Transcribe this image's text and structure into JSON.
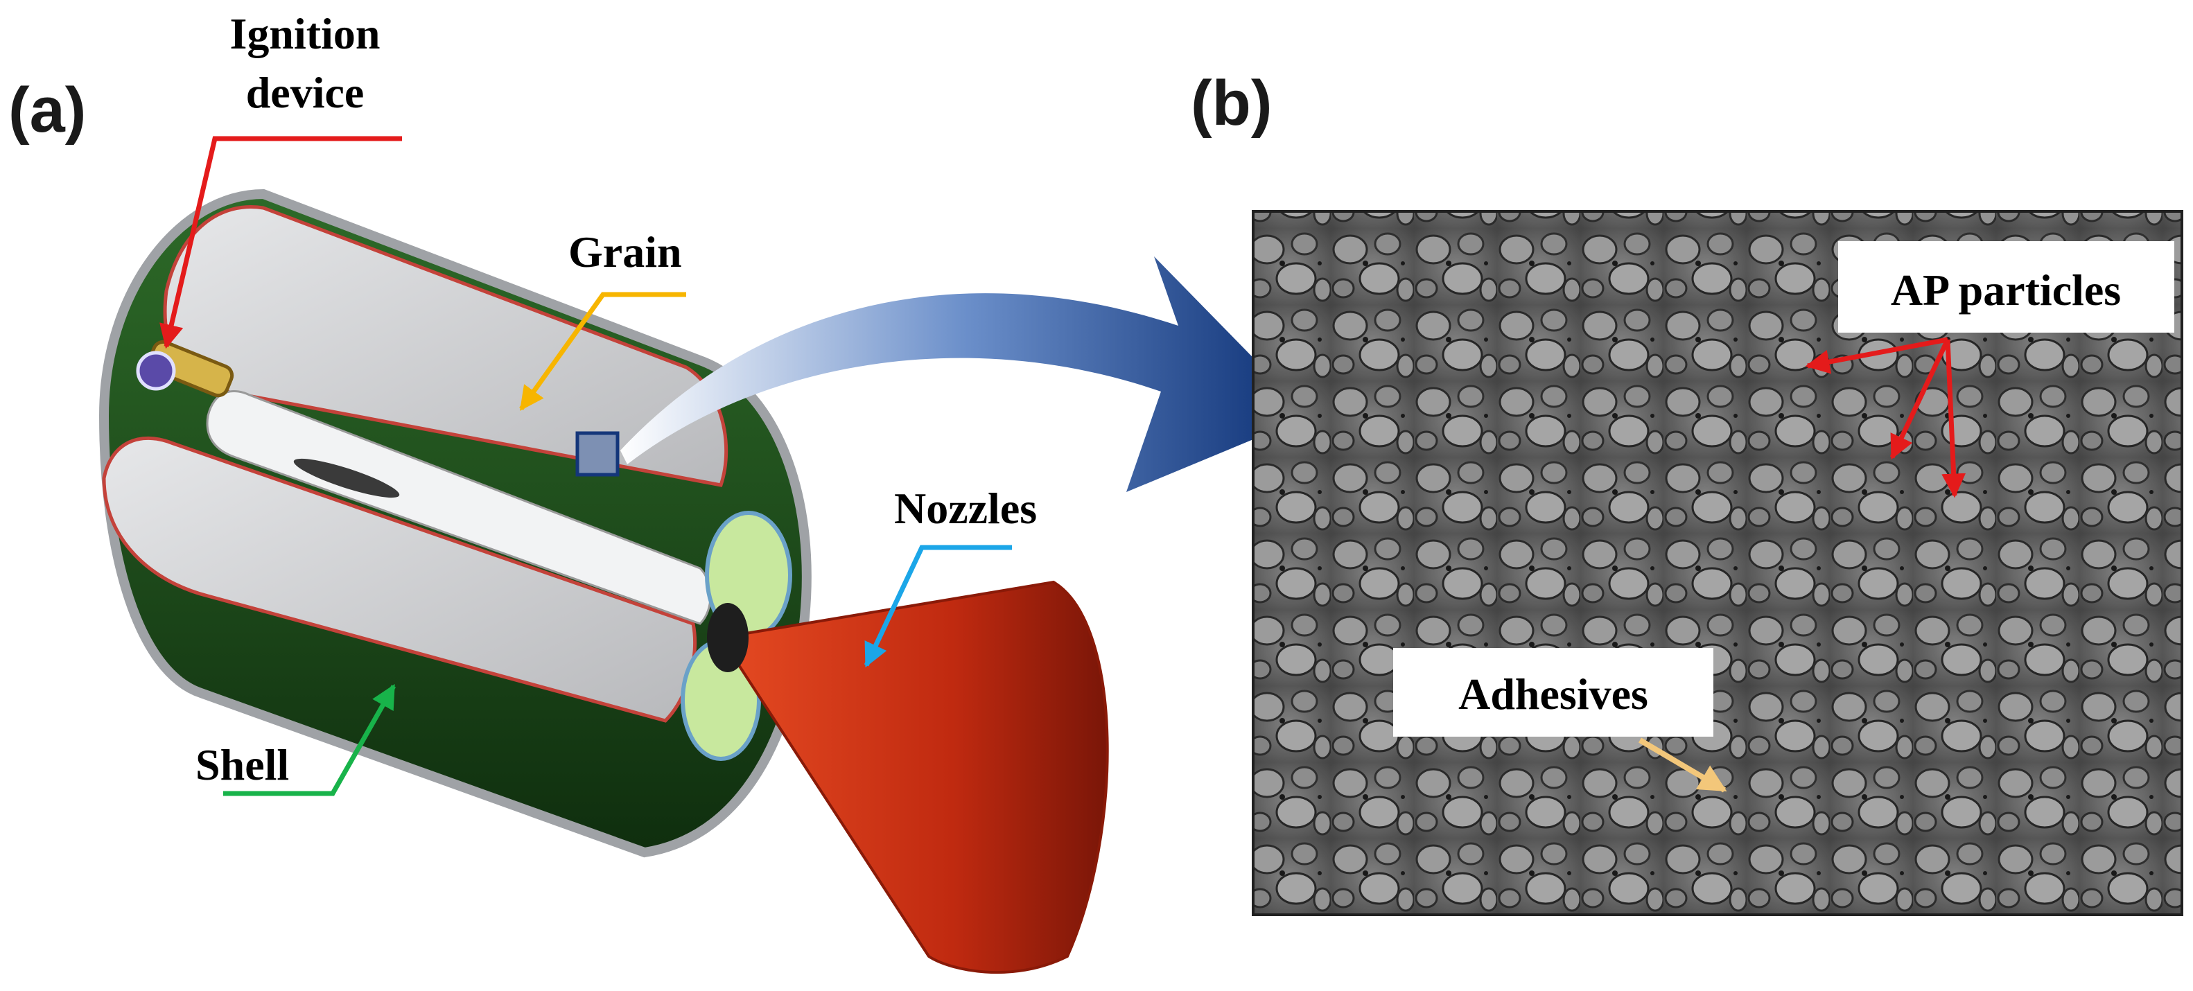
{
  "figure": {
    "panel_a": {
      "label": "(a)",
      "callouts": {
        "ignition_line1": "Ignition",
        "ignition_line2": "device",
        "grain": "Grain",
        "nozzles": "Nozzles",
        "shell": "Shell"
      }
    },
    "panel_b": {
      "label": "(b)",
      "callouts": {
        "ap_particles": "AP particles",
        "adhesives": "Adhesives"
      }
    },
    "colors": {
      "ignition_arrow": "#e41b1b",
      "grain_arrow": "#f7b500",
      "nozzles_arrow": "#1ba6e8",
      "shell_arrow": "#18b34a",
      "ap_arrow": "#e41b1b",
      "adhesives_arrow": "#f3c77a",
      "shell_green": "#1f4d1c",
      "grain_gray": "#cfd0d3",
      "nozzle_red": "#c02a10",
      "link_arrow_blue": "#0f3b85"
    }
  }
}
